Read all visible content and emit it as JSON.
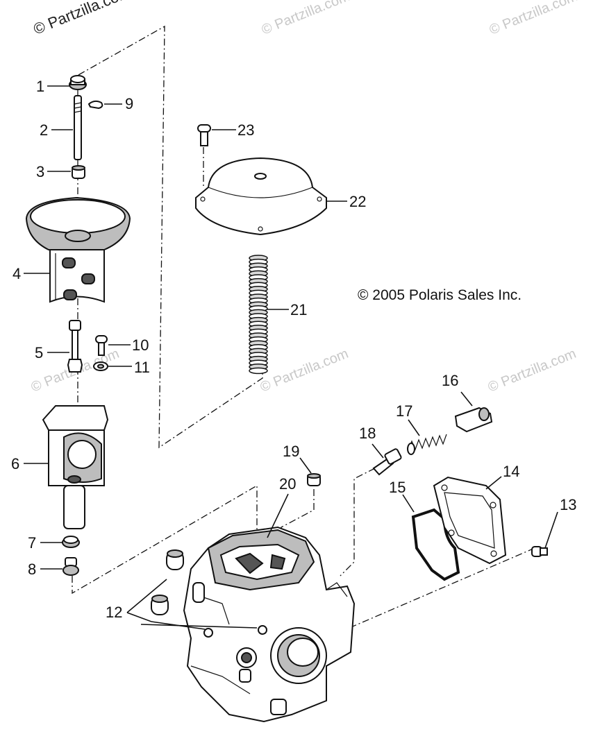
{
  "watermark": {
    "corner": "© Partzilla.com",
    "repeat": "© Partzilla.com"
  },
  "copyright": "© 2005 Polaris Sales Inc.",
  "callouts": [
    "1",
    "2",
    "3",
    "4",
    "5",
    "6",
    "7",
    "8",
    "9",
    "10",
    "11",
    "12",
    "13",
    "14",
    "15",
    "16",
    "17",
    "18",
    "19",
    "20",
    "21",
    "22",
    "23"
  ]
}
